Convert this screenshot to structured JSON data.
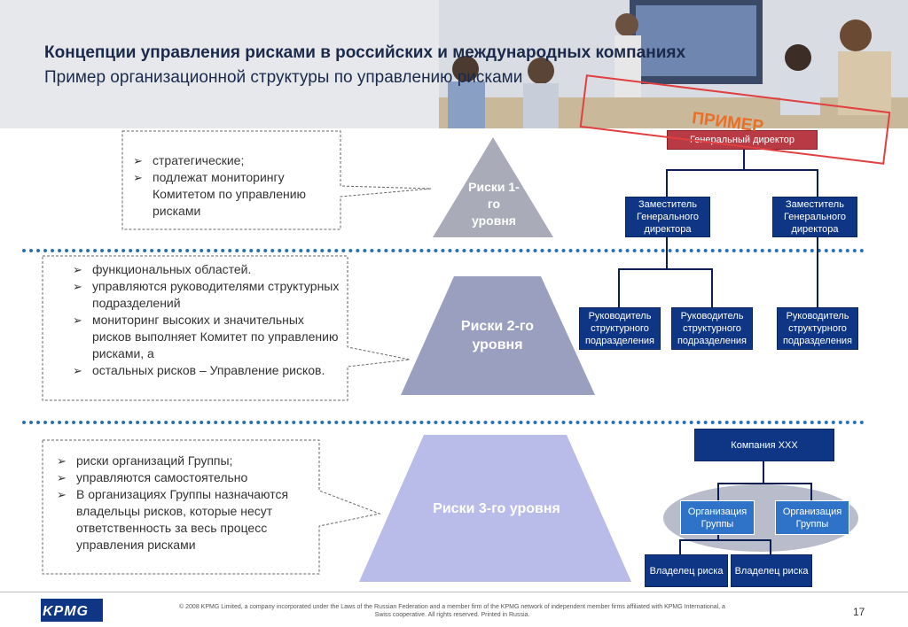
{
  "header": {
    "title": "Концепции управления рисками в российских и международных компаниях",
    "subtitle": "Пример организационной структуры по управлению рисками",
    "stamp": "ПРИМЕР"
  },
  "level1": {
    "bullets": [
      "стратегические;",
      "подлежат мониторингу Комитетом по управлению рисками"
    ],
    "pyramid_label": "Риски 1-го уровня"
  },
  "level2": {
    "bullets": [
      "функциональных областей.",
      "управляются руководителями структурных подразделений",
      "мониторинг  высоких и значительных рисков выполняет Комитет по управлению рисками, а",
      "остальных рисков – Управление рисков."
    ],
    "pyramid_label": "Риски 2-го уровня"
  },
  "level3": {
    "bullets": [
      "риски организаций Группы;",
      "управляются самостоятельно",
      "В организациях Группы назначаются владельцы рисков, которые несут ответственность за весь процесс управления рисками"
    ],
    "pyramid_label": "Риски 3-го уровня"
  },
  "org": {
    "ceo": "Генеральный директор",
    "deputy": "Заместитель Генерального директора",
    "head": "Руководитель структурного подразделения",
    "company": "Компания ХХХ",
    "group_org": "Организация Группы",
    "risk_owner": "Владелец риска"
  },
  "footer": {
    "logo": "KPMG",
    "copyright": "© 2008 KPMG Limited, a company incorporated under the Laws of the Russian Federation and a member firm of the KPMG network of independent member firms affiliated with KPMG International, a Swiss cooperative. All rights reserved. Printed in Russia.",
    "page": "17"
  },
  "colors": {
    "navy": "#0f3685",
    "ceo_red": "#b73a44",
    "pyramid1": "#a9acb8",
    "pyramid2": "#9a9fc0",
    "pyramid3": "#b9bce8",
    "dots": "#2a6fb8"
  }
}
